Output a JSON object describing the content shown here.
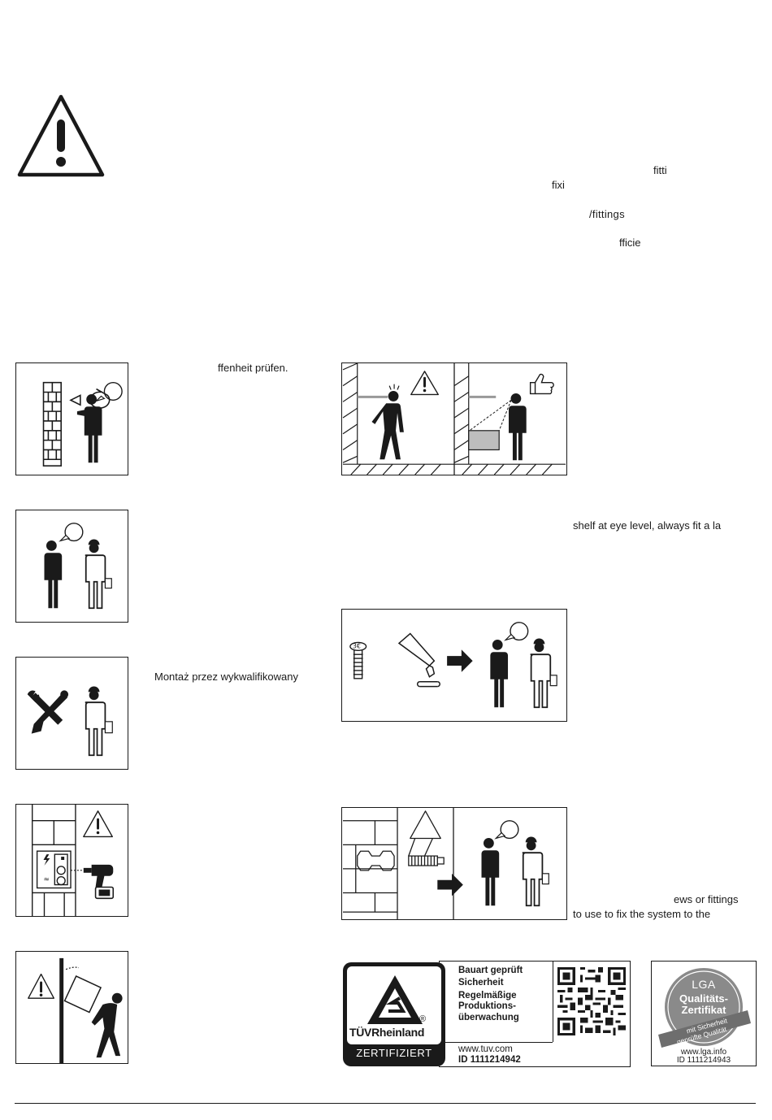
{
  "fragments": {
    "f1": "fitti",
    "f2": "fixi",
    "f3": "/fittings",
    "f4": "fficie",
    "f5": "ffenheit prüfen.",
    "f6": "shelf at eye level, always fit a la",
    "f7": "Montaż przez wykwalifikowany",
    "f8": "ews or fittings",
    "f9": "to use to fix the system to the"
  },
  "tuv": {
    "brand": "TÜVRheinland",
    "reg": "®",
    "badge": "ZERTIFIZIERT",
    "lines": [
      "Bauart geprüft",
      "Sicherheit",
      "Regelmäßige",
      "Produktions-",
      "überwachung"
    ],
    "url": "www.tuv.com",
    "id": "ID  1111214942"
  },
  "lga": {
    "logo": "LGA",
    "title1": "Qualitäts-",
    "title2": "Zertifikat",
    "ribbon1": "mit Sicherheit",
    "ribbon2": "geprüfte Qualität",
    "url": "www.lga.info",
    "id": "ID  1111214943"
  },
  "icons": [
    "warning-triangle-icon",
    "wall-inspection-icon",
    "consult-expert-icon",
    "tools-installer-icon",
    "hidden-cables-drill-icon",
    "falling-object-icon",
    "shelf-height-comparison-icon",
    "fixings-consult-icon",
    "wall-plug-consult-icon"
  ]
}
